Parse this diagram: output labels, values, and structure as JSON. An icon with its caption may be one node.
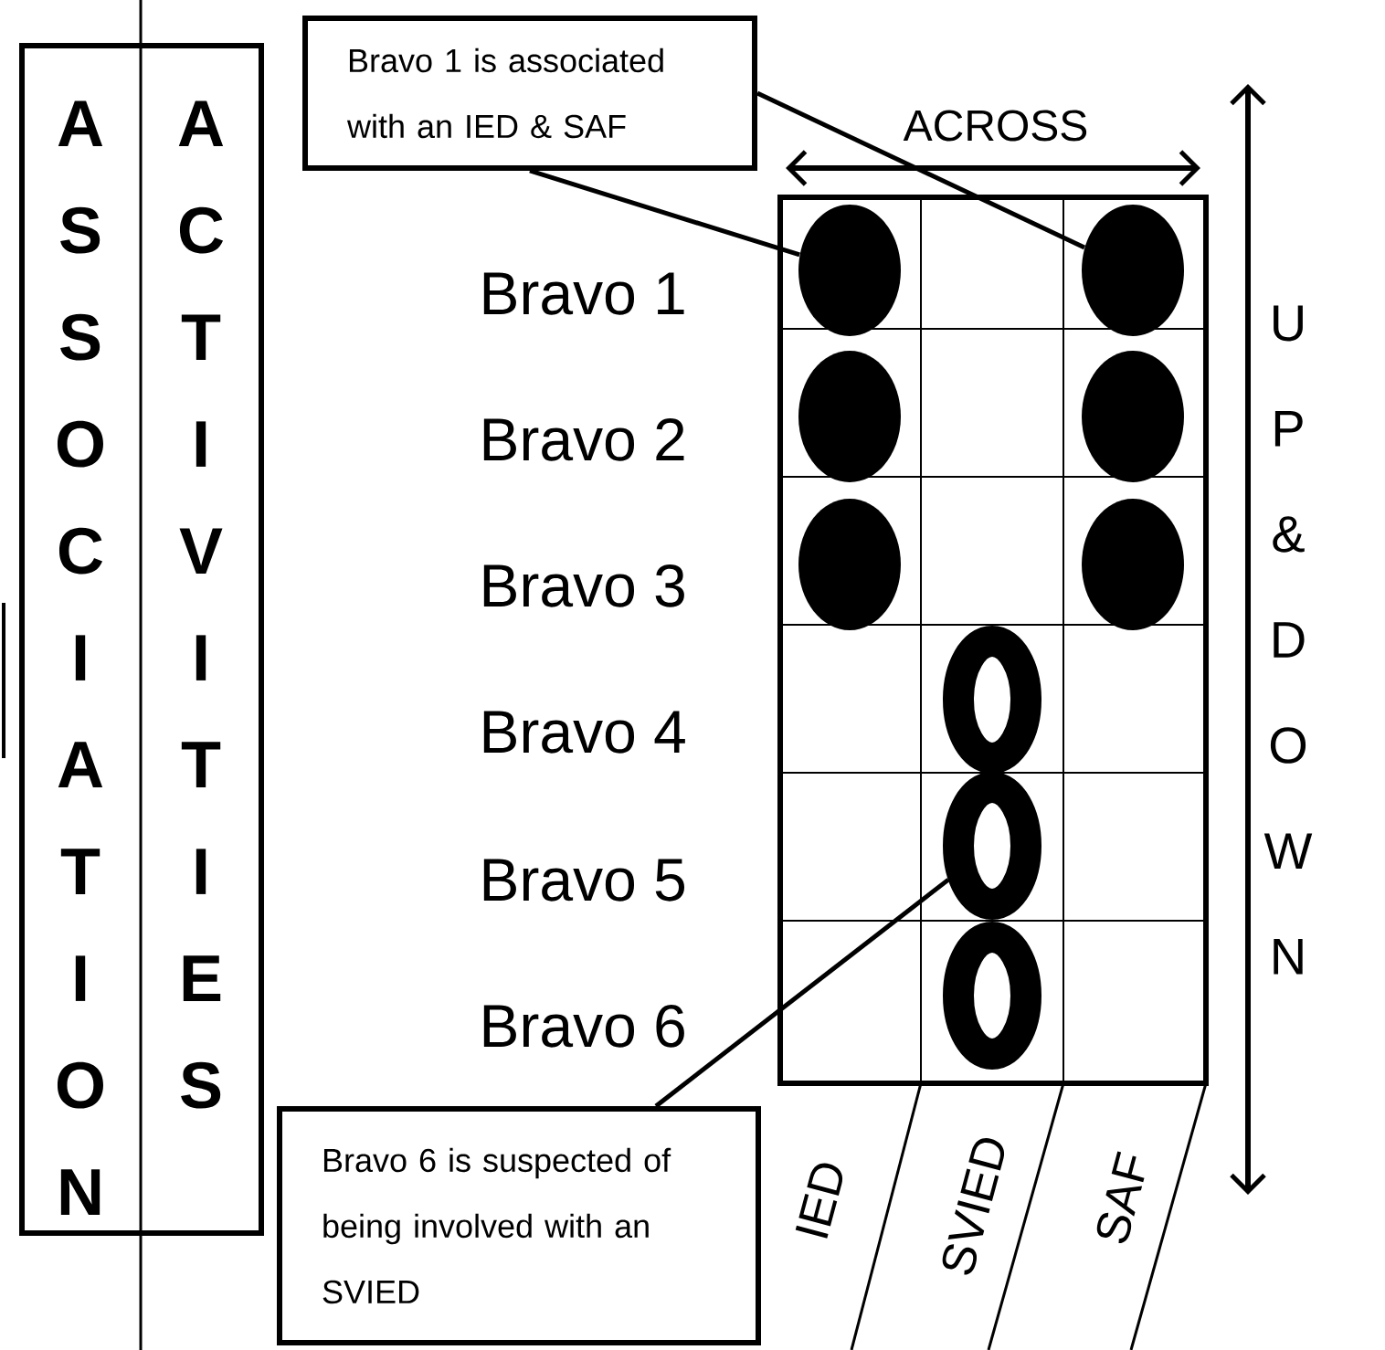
{
  "diagram": {
    "nodes": [
      {
        "text": [
          "A S S O C I A T I O N",
          "A C T I V I T I E S"
        ]
      },
      {
        "text": [
          "Bravo 1 is associated with an IED & SAF"
        ]
      },
      {
        "text": [],
        "shape": "circle"
      },
      {
        "text": [],
        "shape": "circle"
      },
      {
        "text": [],
        "shape": "circle"
      },
      {
        "text": [],
        "shape": "circle"
      },
      {
        "text": [],
        "shape": "circle"
      },
      {
        "text": [],
        "shape": "circle"
      },
      {
        "text": [],
        "shape": "ring"
      },
      {
        "text": [],
        "shape": "ring"
      },
      {
        "text": [],
        "shape": "ring"
      },
      {
        "text": [
          "Bravo 6 is suspected of being involved with an SVIED"
        ]
      }
    ],
    "edges": [
      {
        "from": 1,
        "to": 2,
        "arrow": "none"
      },
      {
        "from": 1,
        "to": 3,
        "arrow": "none"
      },
      {
        "from": 11,
        "to": 9,
        "arrow": "none"
      }
    ],
    "labels": [
      "ACROSS",
      "Bravo 1",
      "Bravo 2",
      "Bravo 3",
      "Bravo 4",
      "Bravo 5",
      "Bravo 6",
      "U P & D O W N",
      "IED",
      "SVIED",
      "SAF"
    ]
  }
}
